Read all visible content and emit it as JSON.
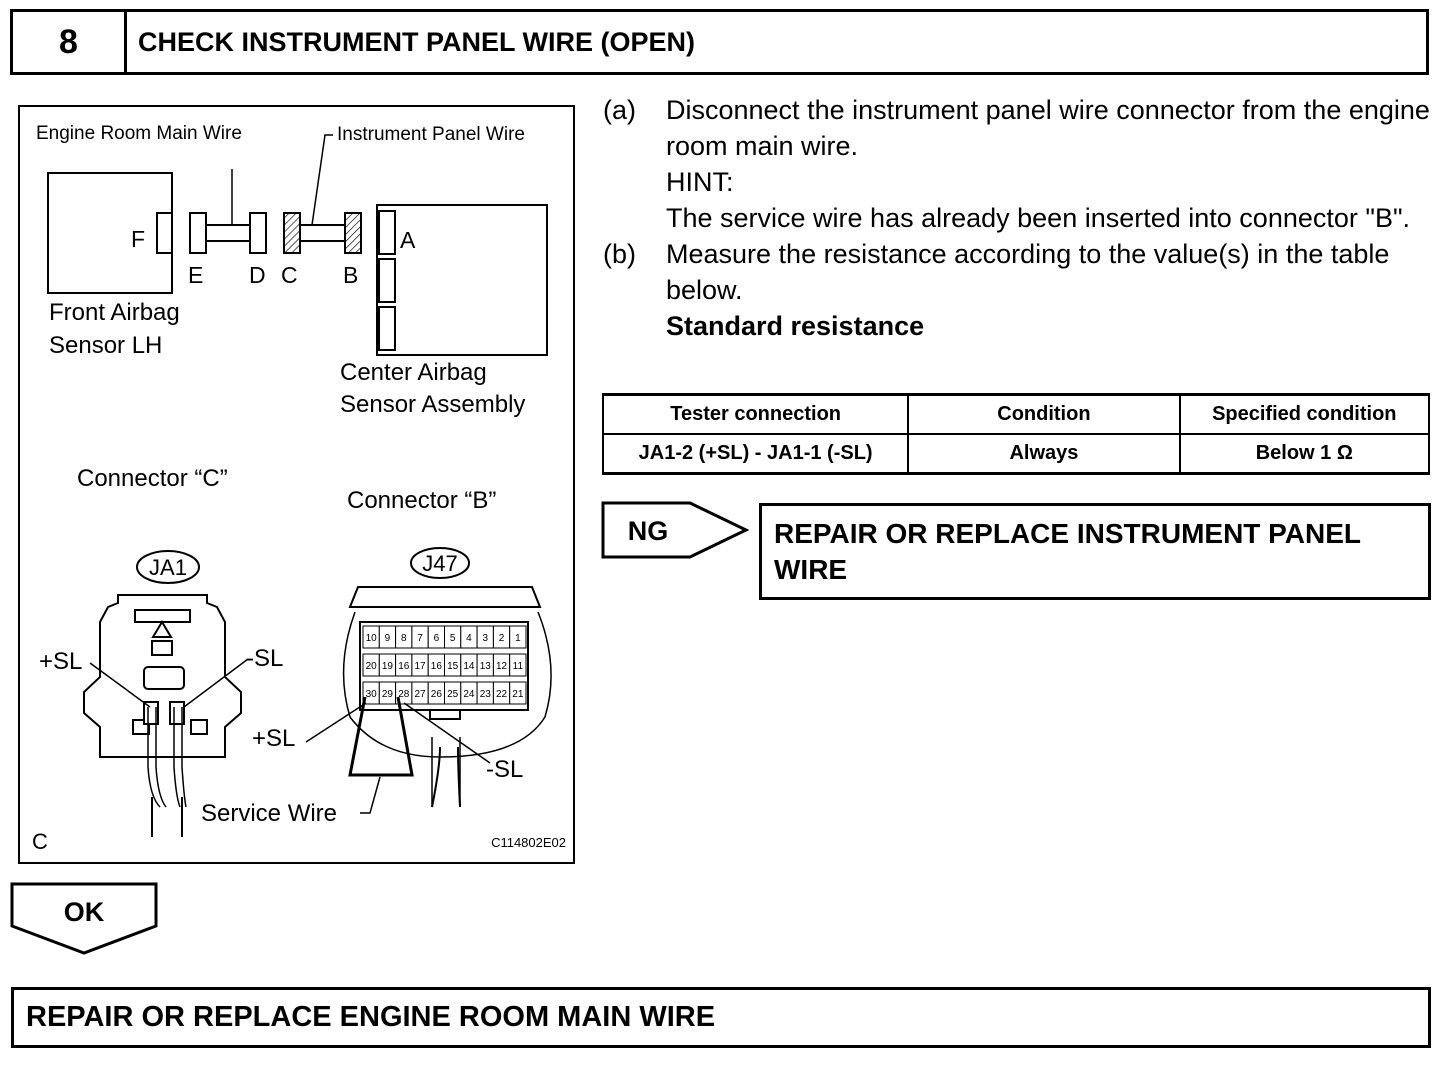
{
  "step": {
    "number": "8",
    "title": "CHECK INSTRUMENT PANEL WIRE (OPEN)"
  },
  "diagram": {
    "engine_room_main_wire": "Engine Room Main Wire",
    "instrument_panel_wire": "Instrument Panel Wire",
    "connector_letters": [
      "F",
      "E",
      "D",
      "C",
      "B",
      "A"
    ],
    "front_airbag_sensor": [
      "Front Airbag",
      "Sensor LH"
    ],
    "center_airbag_sensor": [
      "Center Airbag",
      "Sensor Assembly"
    ],
    "connector_c_title": "Connector “C”",
    "connector_b_title": "Connector “B”",
    "ja1_label": "JA1",
    "j47_label": "J47",
    "plus_sl": "+SL",
    "minus_sl": "-SL",
    "service_wire": "Service Wire",
    "corner_letter": "C",
    "figure_code": "C114802E02",
    "j47_pins": [
      [
        "10",
        "9",
        "8",
        "7",
        "6",
        "5",
        "4",
        "3",
        "2",
        "1"
      ],
      [
        "20",
        "19",
        "16",
        "17",
        "16",
        "15",
        "14",
        "13",
        "12",
        "11"
      ],
      [
        "30",
        "29",
        "28",
        "27",
        "26",
        "25",
        "24",
        "23",
        "22",
        "21"
      ]
    ]
  },
  "instructions": {
    "a_label": "(a)",
    "a_text": "Disconnect the instrument panel wire connector from the engine room main wire.",
    "hint_label": "HINT:",
    "hint_text": "The service wire has already been inserted into connector \"B\".",
    "b_label": "(b)",
    "b_text": "Measure the resistance according to the value(s) in the table below.",
    "standard_label": "Standard resistance"
  },
  "table": {
    "headers": [
      "Tester connection",
      "Condition",
      "Specified condition"
    ],
    "rows": [
      [
        "JA1-2 (+SL) - JA1-1 (-SL)",
        "Always",
        "Below 1 Ω"
      ]
    ]
  },
  "ng": {
    "label": "NG",
    "result": "REPAIR OR REPLACE INSTRUMENT PANEL WIRE"
  },
  "ok": {
    "label": "OK"
  },
  "final": {
    "text": "REPAIR OR REPLACE ENGINE ROOM MAIN WIRE"
  }
}
